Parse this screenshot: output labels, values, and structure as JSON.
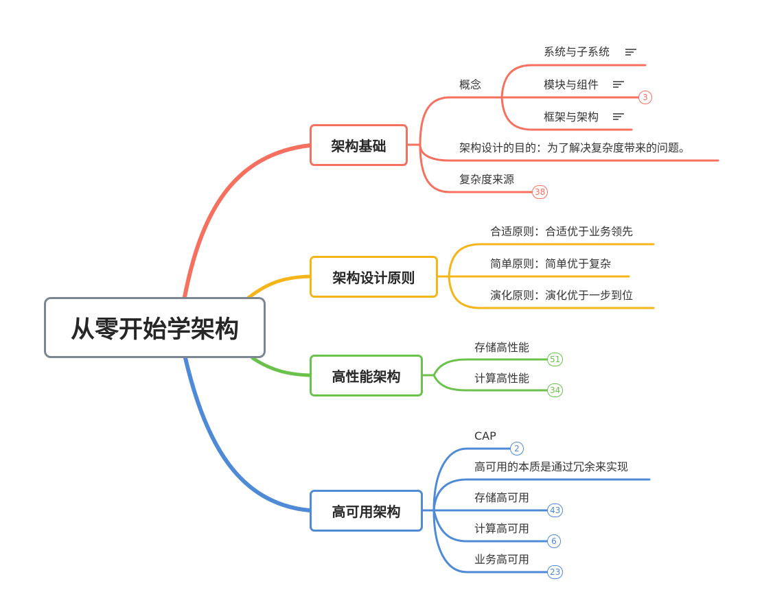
{
  "root": {
    "title": "从零开始学架构"
  },
  "colors": {
    "red": "#f5705f",
    "yellow": "#f5b418",
    "green": "#6ac24b",
    "blue": "#4f8ad6",
    "root_border": "#7c8592"
  },
  "branches": [
    {
      "title": "架构基础",
      "children": [
        {
          "label": "概念"
        },
        {
          "label": "系统与子系统",
          "icon": "note-icon"
        },
        {
          "label": "模块与组件",
          "icon": "note-icon"
        },
        {
          "label": "框架与架构",
          "icon": "note-icon"
        },
        {
          "label": "架构设计的目的：为了解决复杂度带来的问题。"
        },
        {
          "label": "复杂度来源"
        }
      ],
      "badges": [
        "3",
        "38"
      ]
    },
    {
      "title": "架构设计原则",
      "children": [
        {
          "label": "合适原则：合适优于业务领先"
        },
        {
          "label": "简单原则：简单优于复杂"
        },
        {
          "label": "演化原则：演化优于一步到位"
        }
      ]
    },
    {
      "title": "高性能架构",
      "children": [
        {
          "label": "存储高性能",
          "count": "51"
        },
        {
          "label": "计算高性能",
          "count": "34"
        }
      ]
    },
    {
      "title": "高可用架构",
      "children": [
        {
          "label": "CAP",
          "count": "2"
        },
        {
          "label": "高可用的本质是通过冗余来实现"
        },
        {
          "label": "存储高可用",
          "count": "43"
        },
        {
          "label": "计算高可用",
          "count": "6"
        },
        {
          "label": "业务高可用",
          "count": "23"
        }
      ]
    }
  ]
}
